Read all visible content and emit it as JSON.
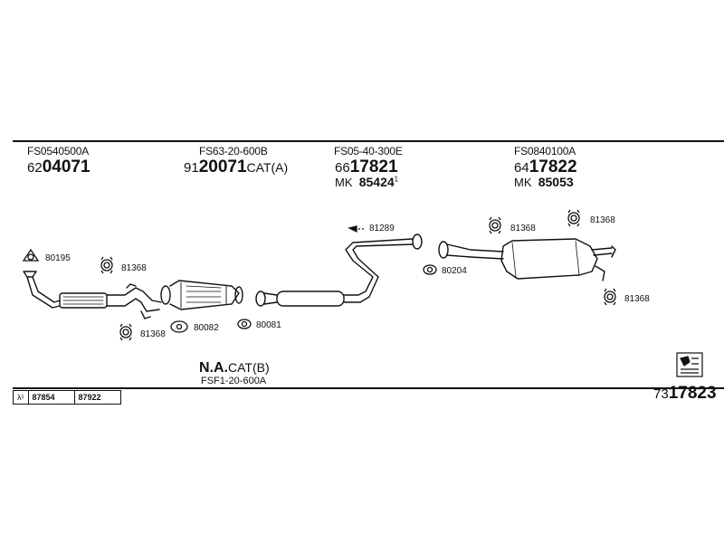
{
  "sections": [
    {
      "code": "FS0540500A",
      "prefix": "62",
      "number": "04071",
      "suffix": ""
    },
    {
      "code": "FS63-20-600B",
      "prefix": "91",
      "number": "20071",
      "suffix": "CAT(A)"
    },
    {
      "code": "FS05-40-300E",
      "prefix": "66",
      "number": "17821",
      "suffix": "",
      "mk_label": "MK",
      "mk_number": "85424",
      "mk_note": "1"
    },
    {
      "code": "FS0840100A",
      "prefix": "64",
      "number": "17822",
      "suffix": "",
      "mk_label": "MK",
      "mk_number": "85053"
    }
  ],
  "parts": {
    "p80195": "80195",
    "p81368_a": "81368",
    "p81368_b": "81368",
    "p80082": "80082",
    "p80081": "80081",
    "p81289": "81289",
    "p81368_c": "81368",
    "p81368_d": "81368",
    "p80204": "80204",
    "p81368_e": "81368"
  },
  "na_cat": {
    "bold": "N.A.",
    "rest": "CAT(B)",
    "code": "FSF1-20-600A"
  },
  "lambda_table": {
    "symbol": "λ¹",
    "cells": [
      "87854",
      "87922"
    ]
  },
  "footer": {
    "prefix": "73",
    "number": "17823"
  },
  "icons": [
    "exhaust-pipe-icon",
    "catalytic-converter-icon",
    "muffler-icon",
    "gasket-icon",
    "clamp-icon",
    "hanger-icon",
    "book-manual-icon"
  ]
}
